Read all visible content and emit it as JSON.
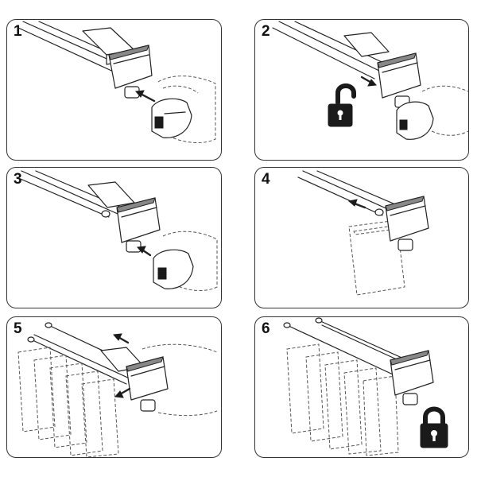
{
  "steps": [
    {
      "number": "1",
      "lock": "none"
    },
    {
      "number": "2",
      "lock": "unlocked-lock"
    },
    {
      "number": "3",
      "lock": "none"
    },
    {
      "number": "4",
      "lock": "none"
    },
    {
      "number": "5",
      "lock": "none"
    },
    {
      "number": "6",
      "lock": "locked-lock"
    }
  ],
  "colors": {
    "line": "#222222",
    "lock": "#1a1a1a",
    "panel_border": "#333333"
  }
}
